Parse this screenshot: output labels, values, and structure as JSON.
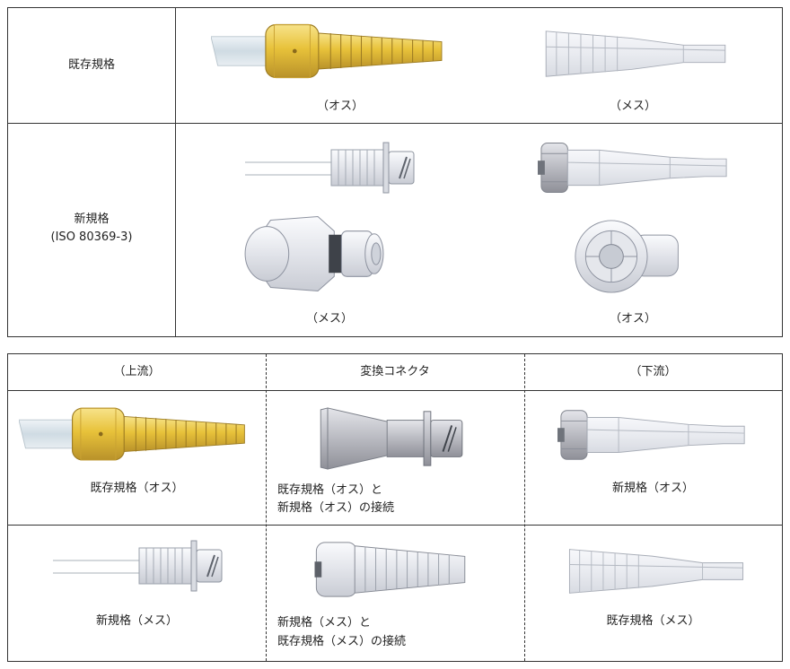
{
  "comparison_table": {
    "row_existing": {
      "header": "既存規格",
      "male_caption": "（オス）",
      "female_caption": "（メス）"
    },
    "row_new": {
      "header_line1": "新規格",
      "header_line2": "(ISO 80369-3)",
      "female_caption": "（メス）",
      "male_caption": "（オス）"
    }
  },
  "adapter_table": {
    "headers": {
      "upstream": "（上流）",
      "adapter": "変換コネクタ",
      "downstream": "（下流）"
    },
    "row1": {
      "upstream_caption": "既存規格（オス）",
      "adapter_line1": "既存規格（オス）と",
      "adapter_line2": "新規格（オス）の接続",
      "downstream_caption": "新規格（オス）"
    },
    "row2": {
      "upstream_caption": "新規格（メス）",
      "adapter_line1": "新規格（メス）と",
      "adapter_line2": "既存規格（メス）の接続",
      "downstream_caption": "既存規格（メス）"
    }
  },
  "colors": {
    "gold": "#e8c23a",
    "gold_dark": "#b9922a",
    "gray": "#a9aab0",
    "clear": "#eef0f4"
  }
}
